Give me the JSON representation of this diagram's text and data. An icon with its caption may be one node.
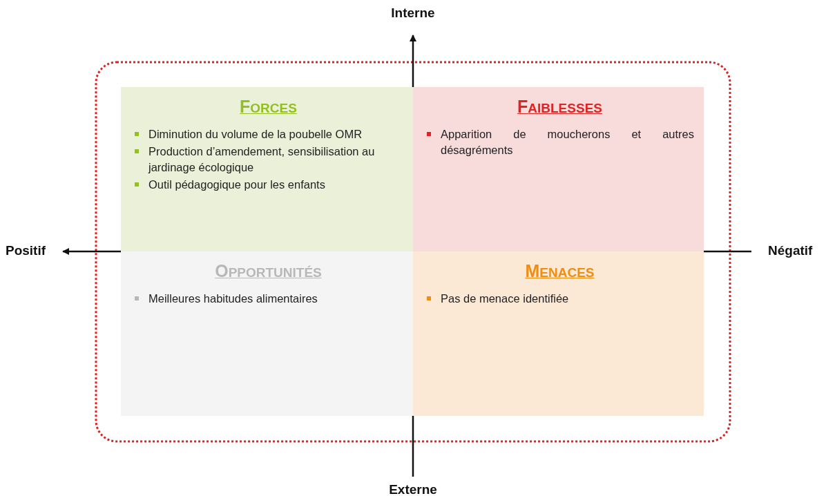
{
  "diagram": {
    "nodes": [
      {
        "text": [
          "FORCES",
          "Diminution du volume de la poubelle OMR",
          "Production d’amendement, sensibilisation au jardinage écologique",
          "Outil pédagogique pour les enfants"
        ]
      },
      {
        "text": [
          "FAIBLESSES",
          "Apparition de moucherons et autres désagréments"
        ]
      },
      {
        "text": [
          "OPPORTUNITÉS",
          "Meilleures habitudes alimentaires"
        ]
      },
      {
        "text": [
          "MENACES",
          "Pas de menace identifiée"
        ]
      }
    ],
    "edges": [],
    "labels": [
      "Interne",
      "Positif",
      "Négatif",
      "Externe"
    ]
  }
}
